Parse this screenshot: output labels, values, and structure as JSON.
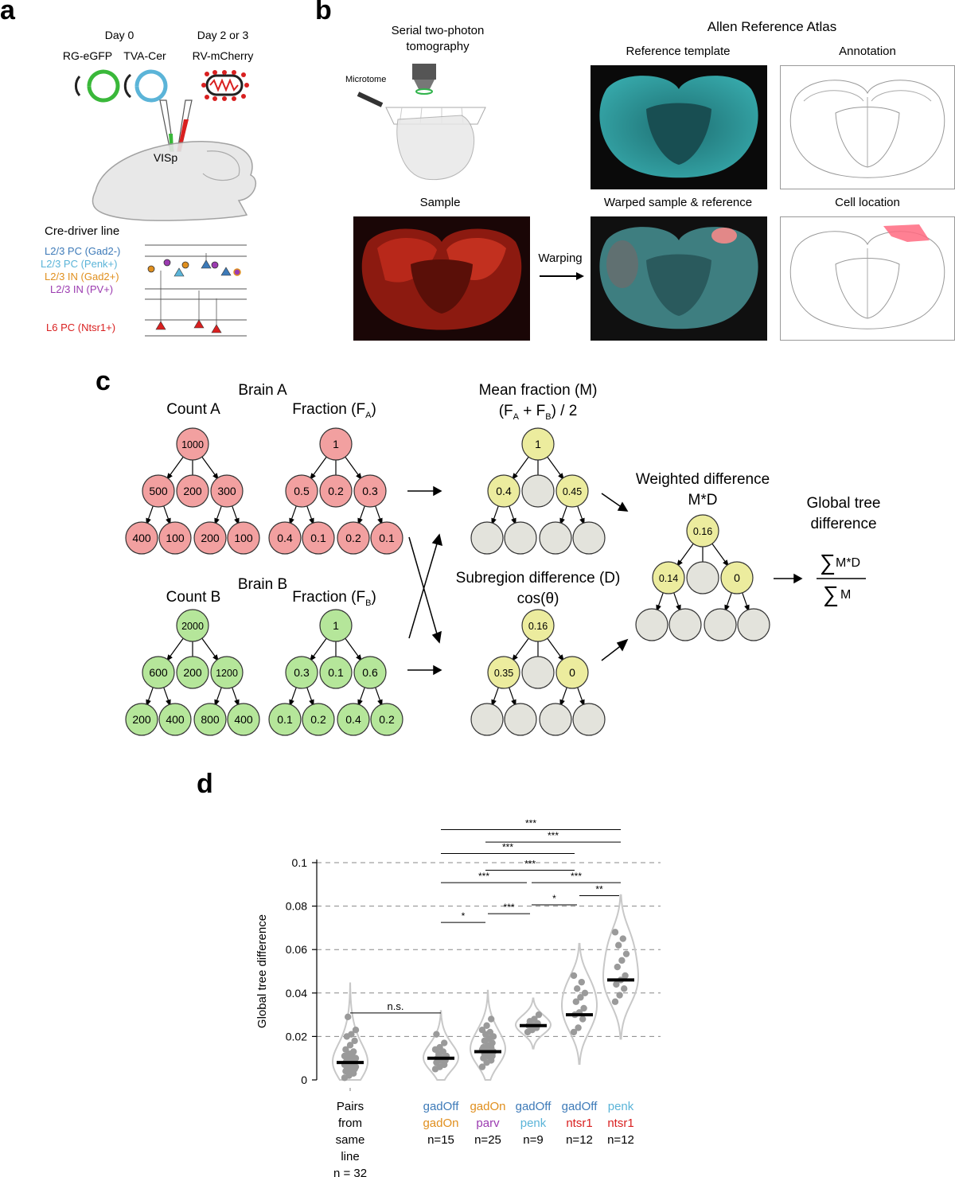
{
  "panels": {
    "a": {
      "label": "a",
      "day0": "Day 0",
      "day23": "Day 2 or 3",
      "rg": "RG-eGFP",
      "tva": "TVA-Cer",
      "rv": "RV-mCherry",
      "visp": "VISp",
      "cre_title": "Cre-driver line",
      "lines": [
        {
          "text": "L2/3 PC (Gad2-)",
          "color": "#3d7ab8"
        },
        {
          "text": "L2/3 PC (Penk+)",
          "color": "#5bb4d8"
        },
        {
          "text": "L2/3 IN (Gad2+)",
          "color": "#e08f1e"
        },
        {
          "text": "L2/3 IN (PV+)",
          "color": "#9b3bb0"
        },
        {
          "text": "L6 PC (Ntsr1+)",
          "color": "#d92020"
        }
      ]
    },
    "b": {
      "label": "b",
      "stpt": "Serial two-photon tomography",
      "stpt1": "Serial two-photon",
      "stpt2": "tomography",
      "microtome": "Microtome",
      "atlas": "Allen Reference Atlas",
      "ref_template": "Reference template",
      "annotation": "Annotation",
      "sample": "Sample",
      "warped": "Warped sample & reference",
      "cell_location": "Cell location",
      "warping": "Warping"
    },
    "c": {
      "label": "c",
      "brain_a": "Brain A",
      "brain_b": "Brain B",
      "count_a": "Count A",
      "count_b": "Count B",
      "fraction": "Fraction (F",
      "sub_a": "A",
      "sub_b": "B",
      "mean_fraction": "Mean fraction (M)",
      "mean_formula_1": "(F",
      "mean_formula_2": " + F",
      "mean_formula_3": ") / 2",
      "subregion": "Subregion difference (D)",
      "cos": "cos(θ)",
      "weighted": "Weighted difference",
      "md": "M*D",
      "global1": "Global tree",
      "global2": "difference",
      "sum_md": "M*D",
      "sum_m": "M",
      "sum_symbol": "∑",
      "count_a_vals": [
        "1000",
        "500",
        "200",
        "300",
        "400",
        "100",
        "200",
        "100"
      ],
      "frac_a_vals": [
        "1",
        "0.5",
        "0.2",
        "0.3",
        "0.4",
        "0.1",
        "0.2",
        "0.1"
      ],
      "count_b_vals": [
        "2000",
        "600",
        "200",
        "1200",
        "200",
        "400",
        "800",
        "400"
      ],
      "frac_b_vals": [
        "1",
        "0.3",
        "0.1",
        "0.6",
        "0.1",
        "0.2",
        "0.4",
        "0.2"
      ],
      "mean_vals": [
        "1",
        "0.4",
        "",
        "0.45",
        "",
        "",
        "",
        ""
      ],
      "sub_vals": [
        "0.16",
        "0.35",
        "",
        "0",
        "",
        "",
        "",
        ""
      ],
      "weighted_vals": [
        "0.16",
        "0.14",
        "",
        "0",
        "",
        "",
        "",
        ""
      ]
    },
    "d": {
      "label": "d",
      "ylabel": "Global tree difference",
      "groups": [
        {
          "top": "Pairs",
          "bottom": "from",
          "extra1": "same",
          "extra2": "line",
          "n": "n = 32",
          "topColor": "#000",
          "bottomColor": "#000"
        },
        {
          "top": "gadOff",
          "bottom": "gadOn",
          "n": "n=15",
          "topColor": "#3d7ab8",
          "bottomColor": "#e08f1e"
        },
        {
          "top": "gadOn",
          "bottom": "parv",
          "n": "n=25",
          "topColor": "#e08f1e",
          "bottomColor": "#9b3bb0"
        },
        {
          "top": "gadOff",
          "bottom": "penk",
          "n": "n=9",
          "topColor": "#3d7ab8",
          "bottomColor": "#5bb4d8"
        },
        {
          "top": "gadOff",
          "bottom": "ntsr1",
          "n": "n=12",
          "topColor": "#3d7ab8",
          "bottomColor": "#d92020"
        },
        {
          "top": "penk",
          "bottom": "ntsr1",
          "n": "n=12",
          "topColor": "#5bb4d8",
          "bottomColor": "#d92020"
        }
      ],
      "sig_ns": "n.s.",
      "sig_brackets": [
        {
          "text": "***"
        },
        {
          "text": "***"
        },
        {
          "text": "***"
        },
        {
          "text": "***"
        },
        {
          "text": "***"
        },
        {
          "text": "***"
        },
        {
          "text": "*"
        },
        {
          "text": "**"
        },
        {
          "text": "*"
        },
        {
          "text": "***"
        }
      ]
    }
  },
  "chart_data": {
    "type": "scatter",
    "title": "",
    "xlabel": "",
    "ylabel": "Global tree difference",
    "ylim": [
      0,
      0.1
    ],
    "yticks": [
      "0",
      "0.02",
      "0.04",
      "0.06",
      "0.08",
      "0.1"
    ],
    "grid": "dashed horizontal at 0.02 intervals",
    "categories": [
      "Pairs from same line",
      "gadOff gadOn",
      "gadOn parv",
      "gadOff penk",
      "gadOff ntsr1",
      "penk ntsr1"
    ],
    "medians": [
      0.008,
      0.01,
      0.013,
      0.025,
      0.03,
      0.046
    ],
    "points": [
      [
        0.001,
        0.002,
        0.003,
        0.004,
        0.004,
        0.005,
        0.005,
        0.006,
        0.006,
        0.007,
        0.007,
        0.007,
        0.008,
        0.008,
        0.008,
        0.008,
        0.009,
        0.009,
        0.009,
        0.01,
        0.01,
        0.011,
        0.011,
        0.012,
        0.013,
        0.014,
        0.016,
        0.018,
        0.02,
        0.021,
        0.023,
        0.029
      ],
      [
        0.005,
        0.006,
        0.007,
        0.008,
        0.009,
        0.009,
        0.01,
        0.01,
        0.011,
        0.012,
        0.013,
        0.014,
        0.015,
        0.017,
        0.021
      ],
      [
        0.006,
        0.008,
        0.009,
        0.01,
        0.011,
        0.011,
        0.012,
        0.012,
        0.013,
        0.013,
        0.013,
        0.014,
        0.014,
        0.015,
        0.015,
        0.016,
        0.017,
        0.018,
        0.019,
        0.02,
        0.021,
        0.022,
        0.023,
        0.025,
        0.028
      ],
      [
        0.022,
        0.023,
        0.024,
        0.025,
        0.025,
        0.026,
        0.027,
        0.028,
        0.03
      ],
      [
        0.022,
        0.024,
        0.028,
        0.03,
        0.031,
        0.033,
        0.036,
        0.038,
        0.04,
        0.042,
        0.045,
        0.048
      ],
      [
        0.036,
        0.039,
        0.042,
        0.044,
        0.046,
        0.048,
        0.052,
        0.055,
        0.058,
        0.062,
        0.065,
        0.068
      ]
    ],
    "significance": [
      {
        "from": 0,
        "to": 1,
        "level": "n.s."
      },
      {
        "from": 1,
        "to": 2,
        "level": "*"
      },
      {
        "from": 2,
        "to": 3,
        "level": "***"
      },
      {
        "from": 3,
        "to": 4,
        "level": "*"
      },
      {
        "from": 4,
        "to": 5,
        "level": "**"
      },
      {
        "from": 1,
        "to": 3,
        "level": "***"
      },
      {
        "from": 3,
        "to": 5,
        "level": "***"
      },
      {
        "from": 2,
        "to": 4,
        "level": "***"
      },
      {
        "from": 1,
        "to": 4,
        "level": "***"
      },
      {
        "from": 2,
        "to": 5,
        "level": "***"
      },
      {
        "from": 1,
        "to": 5,
        "level": "***"
      }
    ]
  }
}
